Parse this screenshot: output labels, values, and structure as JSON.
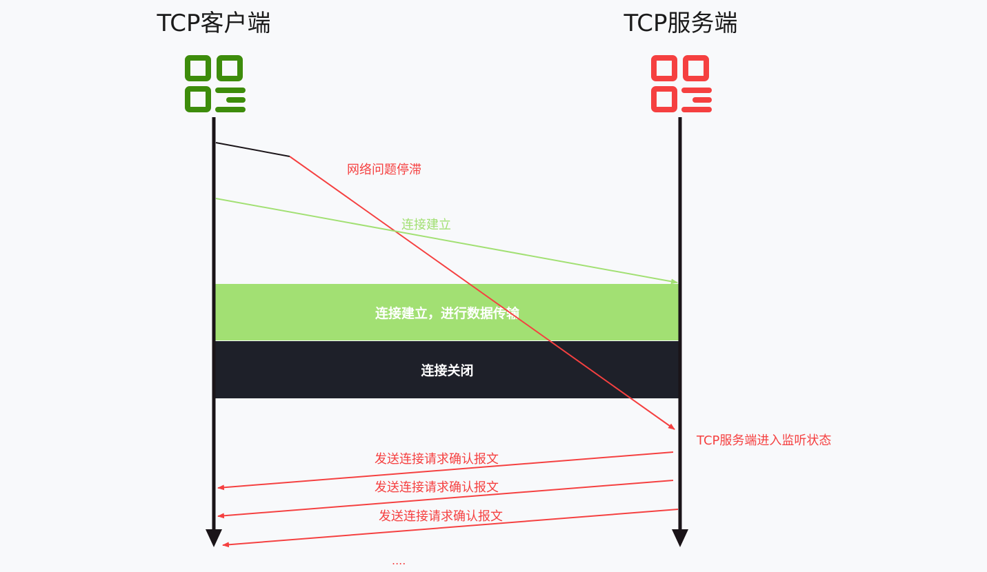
{
  "client": {
    "title": "TCP客户端",
    "color": "#3d8c0b"
  },
  "server": {
    "title": "TCP服务端",
    "color": "#f54040"
  },
  "labels": {
    "stall": "网络问题停滞",
    "connect": "连接建立",
    "listen": "TCP服务端进入监听状态",
    "ack1": "发送连接请求确认报文",
    "ack2": "发送连接请求确认报文",
    "ack3": "发送连接请求确认报文",
    "ellipsis": "...."
  },
  "bands": {
    "transfer": {
      "label": "连接建立，进行数据传输",
      "color": "#a2e073"
    },
    "close": {
      "label": "连接关闭",
      "color": "#1e2029"
    }
  },
  "colors": {
    "timeline": "#1a1418",
    "delayed": "#f54040",
    "connect": "#a2e073",
    "ack": "#f54040"
  }
}
